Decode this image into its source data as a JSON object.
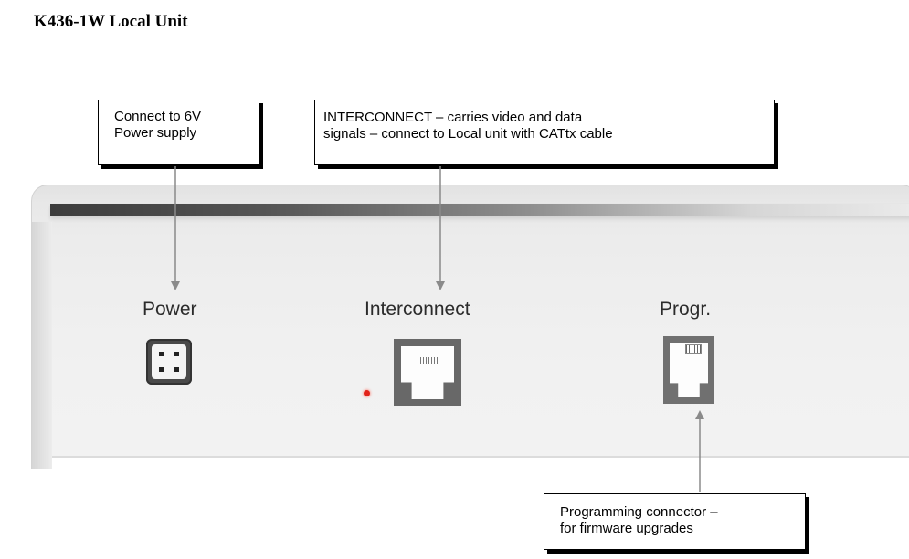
{
  "page": {
    "title": "K436-1W Local Unit"
  },
  "callouts": {
    "power": {
      "line1": "Connect to 6V",
      "line2": "Power supply"
    },
    "interconnect": {
      "line1": "INTERCONNECT – carries video and data",
      "line2": "signals – connect to Local unit with CATtx cable"
    },
    "programming": {
      "line1": "Programming connector –",
      "line2": "for firmware upgrades"
    }
  },
  "device": {
    "ports": {
      "power_label": "Power",
      "interconnect_label": "Interconnect",
      "programming_label": "Progr."
    },
    "led_color": "#e2231a"
  }
}
